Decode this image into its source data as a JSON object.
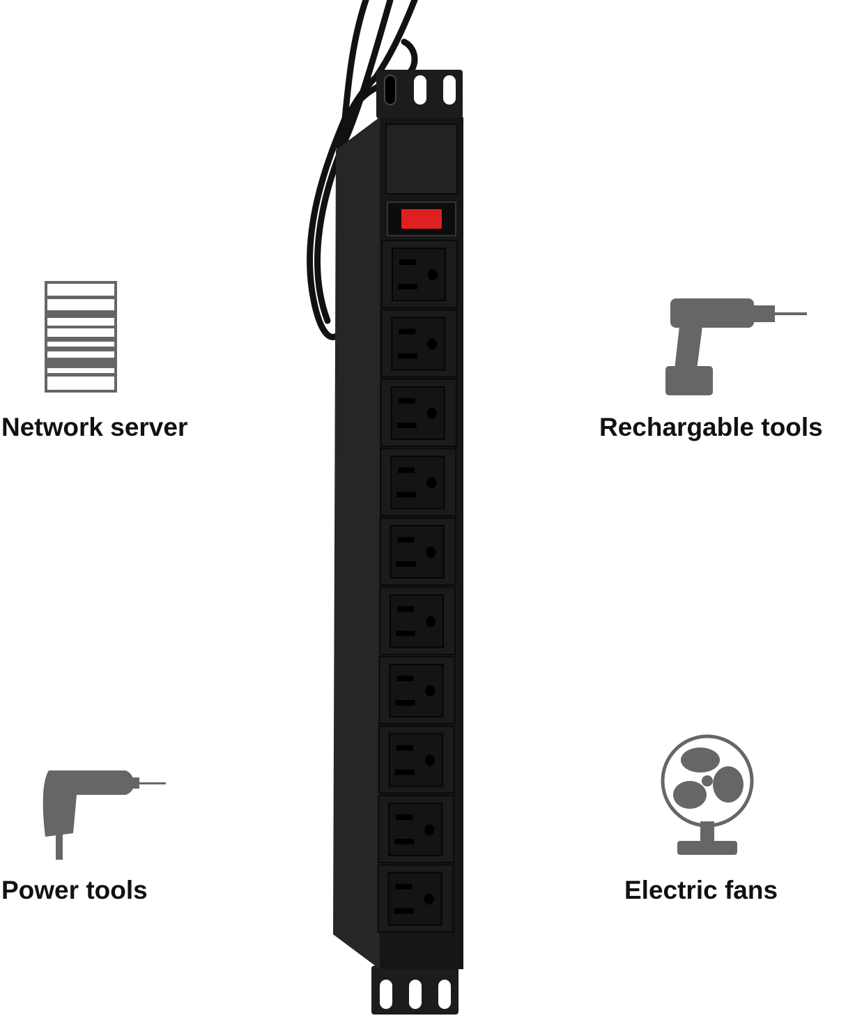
{
  "product": {
    "outlet_count": 10,
    "switch_color": "#e02020",
    "body_color": "#1a1a1a"
  },
  "applications": [
    {
      "label": "Network server",
      "icon": "server-rack-icon"
    },
    {
      "label": "Rechargable tools",
      "icon": "cordless-drill-icon"
    },
    {
      "label": "Power tools",
      "icon": "power-drill-icon"
    },
    {
      "label": "Electric fans",
      "icon": "electric-fan-icon"
    }
  ],
  "icon_color": "#666666"
}
